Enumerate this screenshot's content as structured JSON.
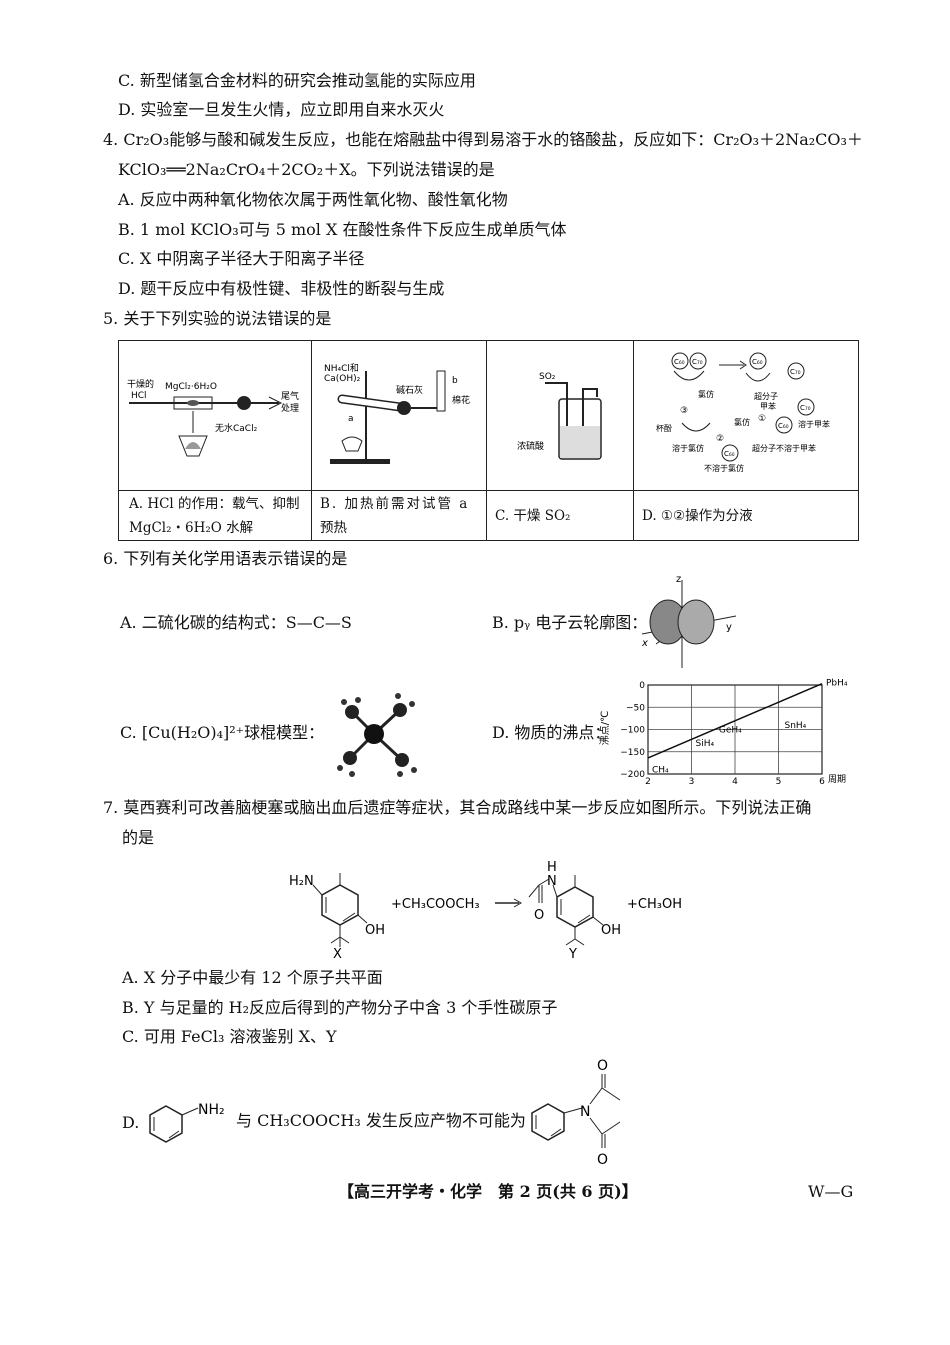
{
  "q3": {
    "optC": "C. 新型储氢合金材料的研究会推动氢能的实际应用",
    "optD": "D. 实验室一旦发生火情，应立即用自来水灭火"
  },
  "q4": {
    "stem1": "4. Cr₂O₃能够与酸和碱发生反应，也能在熔融盐中得到易溶于水的铬酸盐，反应如下：Cr₂O₃＋2Na₂CO₃＋",
    "stem2": "KClO₃══2Na₂CrO₄＋2CO₂＋X。下列说法错误的是",
    "optA": "A. 反应中两种氧化物依次属于两性氧化物、酸性氧化物",
    "optB": "B. 1 mol KClO₃可与 5 mol X 在酸性条件下反应生成单质气体",
    "optC": "C. X 中阴离子半径大于阳离子半径",
    "optD": "D. 题干反应中有极性键、非极性的断裂与生成"
  },
  "q5": {
    "stem": "5. 关于下列实验的说法错误的是",
    "labels": {
      "a1": "干燥的",
      "a2": "HCl",
      "a3": "MgCl₂·6H₂O",
      "a4": "尾气",
      "a5": "处理",
      "a6": "无水CaCl₂",
      "b1": "NH₄Cl和",
      "b2": "Ca(OH)₂",
      "b3": "碱石灰",
      "b4": "b",
      "b5": "棉花",
      "b6": "a",
      "c1": "SO₂",
      "c2": "浓硫酸",
      "d1": "C₆₀",
      "d2": "C₇₀",
      "d3": "氯仿",
      "d4": "超分子",
      "d5": "甲苯",
      "d6": "杯酚",
      "d7": "溶于甲苯",
      "d8": "溶于氯仿",
      "d9": "超分子不溶于甲苯",
      "d10": "不溶于氯仿",
      "d11": "③",
      "d12": "①",
      "d13": "②"
    },
    "optA1": "A. HCl 的作用：载气、抑制",
    "optA2": "MgCl₂・6H₂O 水解",
    "optB1": "B. 加热前需对试管 a",
    "optB2": "预热",
    "optC": "C. 干燥 SO₂",
    "optD": "D. ①②操作为分液"
  },
  "q6": {
    "stem": "6. 下列有关化学用语表示错误的是",
    "optA": "A. 二硫化碳的结构式：S—C—S",
    "optB": "B. pᵧ 电子云轮廓图：",
    "optC": "C. [Cu(H₂O)₄]²⁺球棍模型：",
    "optD": "D. 物质的沸点：",
    "axis_z": "z",
    "axis_y": "y",
    "axis_x": "x",
    "chart_data": {
      "type": "line",
      "xlabel": "周期",
      "ylabel": "沸点/℃",
      "x_ticks": [
        "2",
        "3",
        "4",
        "5",
        "6"
      ],
      "y_ticks": [
        "0",
        "−50",
        "−100",
        "−150",
        "−200"
      ],
      "ylim": [
        -200,
        0
      ],
      "xlim": [
        2,
        6
      ],
      "grid": true,
      "series": [
        {
          "points": [
            [
              2,
              -164
            ],
            [
              6,
              3
            ]
          ]
        }
      ],
      "point_labels": [
        "CH₄",
        "SiH₄",
        "GeH₄",
        "SnH₄",
        "PbH₄"
      ]
    }
  },
  "q7": {
    "stem1": "7. 莫西赛利可改善脑梗塞或脑出血后遗症等症状，其合成路线中某一步反应如图所示。下列说法正确",
    "stem2": "的是",
    "rx": {
      "h2n": "H₂N",
      "plus1": "+CH₃COOCH₃",
      "oh1": "OH",
      "x": "X",
      "h": "H",
      "n": "N",
      "o": "O",
      "oh2": "OH",
      "y": "Y",
      "plus2": "+CH₃OH"
    },
    "optA": "A. X 分子中最少有 12 个原子共平面",
    "optB": "B. Y 与足量的 H₂反应后得到的产物分子中含 3 个手性碳原子",
    "optC": "C. 可用 FeCl₃ 溶液鉴别 X、Y",
    "optD_pre": "D.",
    "optD_nh2": "NH₂",
    "optD_mid": "与 CH₃COOCH₃ 发生反应产物不可能为",
    "optD_n": "N",
    "optD_o1": "O",
    "optD_o2": "O"
  },
  "footer": {
    "center": "【高三开学考・化学　第 2 页(共 6 页)】",
    "right": "W—G"
  }
}
